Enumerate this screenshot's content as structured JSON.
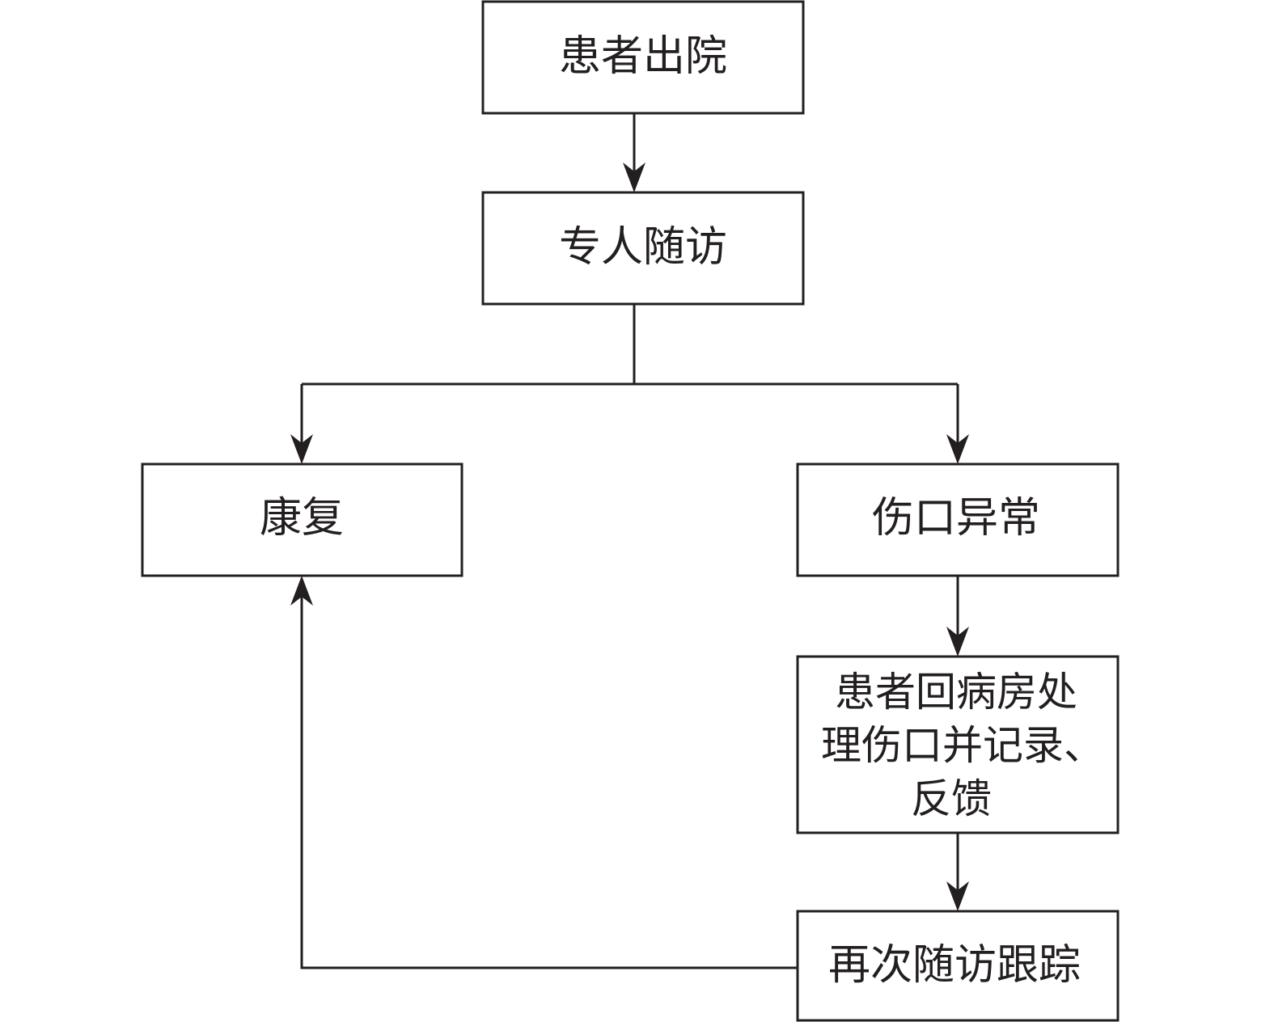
{
  "nodes": {
    "discharge": {
      "label": "患者出院"
    },
    "follow_up": {
      "label": "专人随访"
    },
    "recovery": {
      "label": "康复"
    },
    "wound_abnormal": {
      "label": "伤口异常"
    },
    "ward_treatment": {
      "lines": [
        "患者回病房处",
        "理伤口并记录、",
        "反馈"
      ]
    },
    "repeat_follow_up": {
      "label": "再次随访跟踪"
    }
  },
  "colors": {
    "stroke": "#231f20",
    "fill": "#ffffff",
    "text": "#231f20"
  }
}
